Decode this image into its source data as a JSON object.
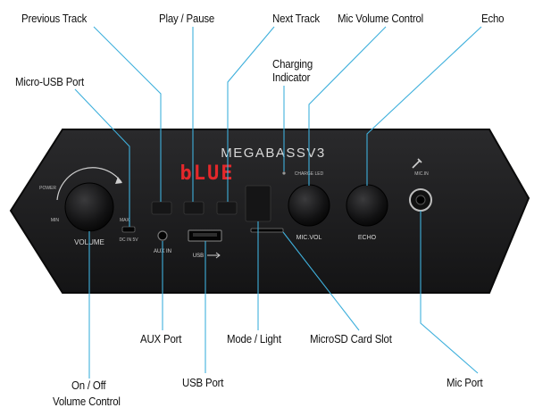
{
  "callouts": {
    "previous_track": "Previous Track",
    "play_pause": "Play / Pause",
    "next_track": "Next Track",
    "mic_volume_control": "Mic Volume Control",
    "echo": "Echo",
    "micro_usb_port": "Micro-USB Port",
    "charging_indicator_line1": "Charging",
    "charging_indicator_line2": "Indicator",
    "aux_port": "AUX Port",
    "mode_light": "Mode / Light",
    "microsd_card_slot": "MicroSD Card Slot",
    "usb_port": "USB Port",
    "on_off_line1": "On / Off",
    "on_off_line2": "Volume Control",
    "mic_port": "Mic Port"
  },
  "panel": {
    "brand": "MEGABASSV3",
    "display": "bLUE",
    "volume": "VOLUME",
    "aux_in": "AUX IN",
    "usb": "USB",
    "mic_vol": "MIC.VOL",
    "echo": "ECHO",
    "mic_in": "MIC.IN",
    "charge_led": "CHARGE LED",
    "power": "POWER",
    "max": "MAX",
    "min": "MIN",
    "dc_in": "DC IN 5V"
  },
  "colors": {
    "leader_line": "#3fb0dc",
    "panel_body": "#1b1b1d",
    "display_red": "#e3282b"
  }
}
